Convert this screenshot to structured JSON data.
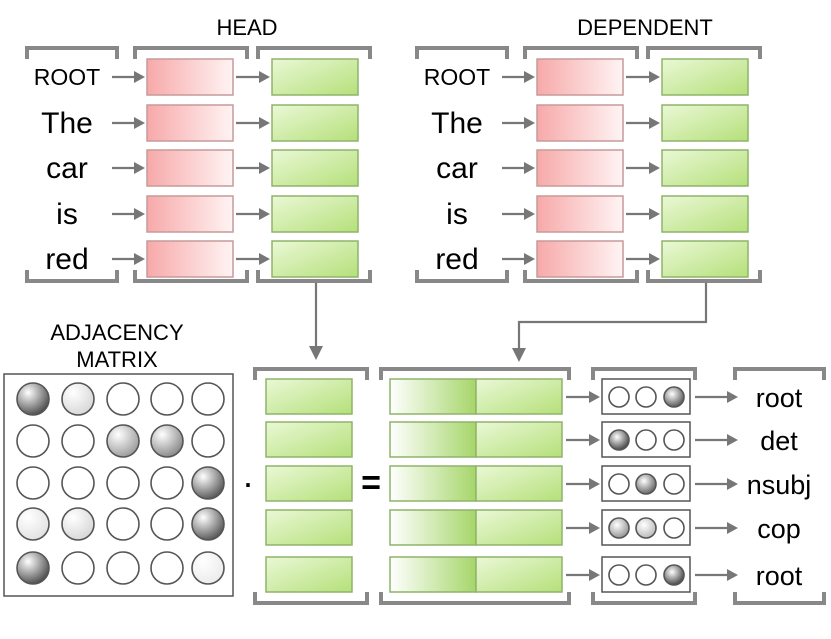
{
  "labels": {
    "head": "HEAD",
    "dependent": "DEPENDENT",
    "adjacency_line1": "ADJACENCY",
    "adjacency_line2": "MATRIX",
    "dot": "·",
    "equals": "="
  },
  "words": [
    "ROOT",
    "The",
    "car",
    "is",
    "red"
  ],
  "relations": [
    "root",
    "det",
    "nsubj",
    "cop",
    "root"
  ],
  "adjacency_matrix": [
    [
      0.9,
      0.2,
      0.0,
      0.0,
      0.0
    ],
    [
      0.0,
      0.0,
      0.5,
      0.6,
      0.0
    ],
    [
      0.0,
      0.0,
      0.0,
      0.0,
      0.85
    ],
    [
      0.15,
      0.2,
      0.0,
      0.0,
      0.85
    ],
    [
      0.9,
      0.0,
      0.0,
      0.0,
      0.1
    ]
  ],
  "label_scores": [
    [
      0.0,
      0.0,
      0.85
    ],
    [
      0.95,
      0.0,
      0.0
    ],
    [
      0.0,
      0.8,
      0.0
    ],
    [
      0.55,
      0.35,
      0.0
    ],
    [
      0.0,
      0.0,
      0.95
    ]
  ],
  "colors": {
    "pink": "#fbd3d3",
    "green": "#c6ea96",
    "gray": "#888888"
  }
}
